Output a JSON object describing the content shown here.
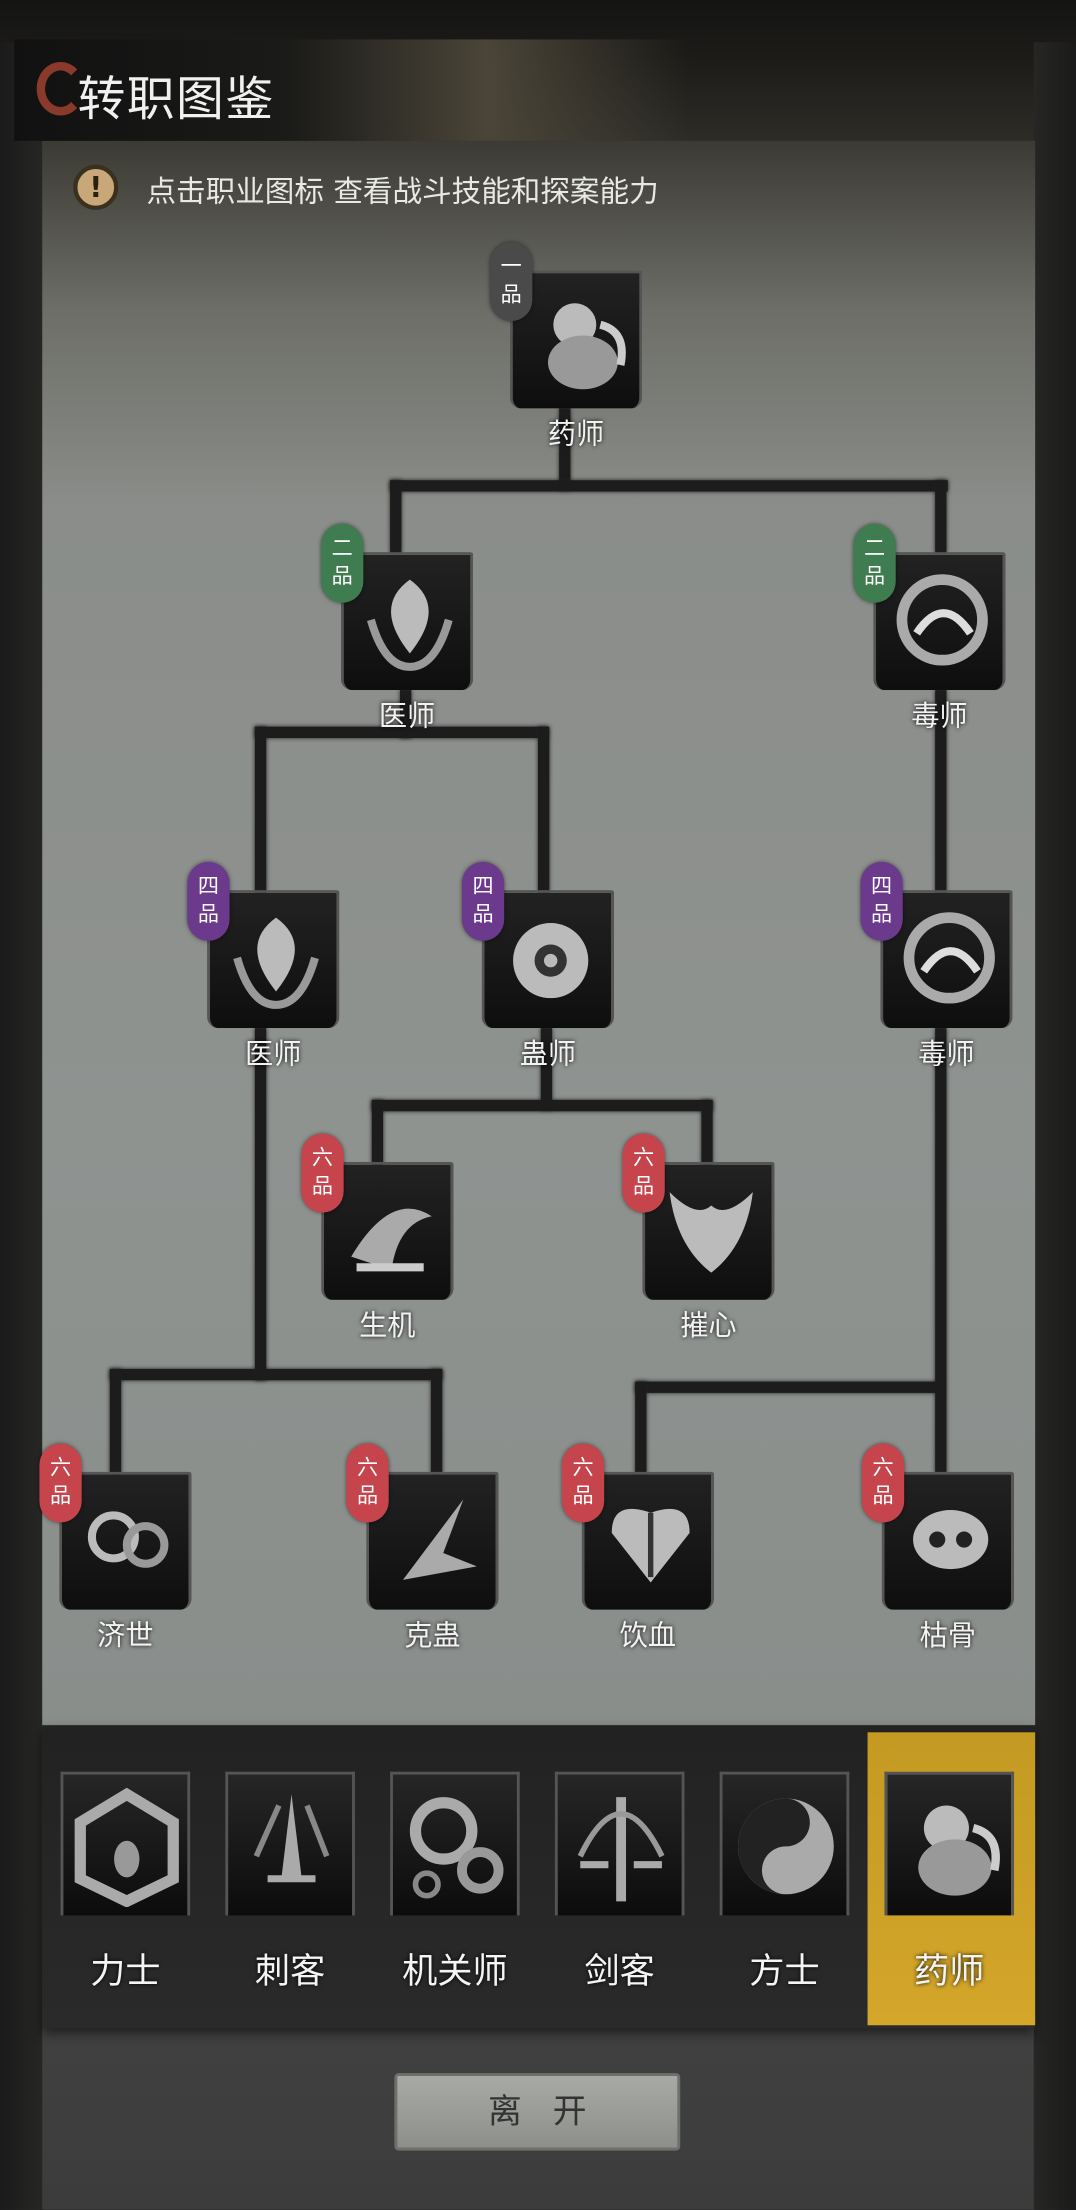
{
  "header": {
    "title": "转职图鉴",
    "hint": "点击职业图标 查看战斗技能和探案能力",
    "hint_icon": "exclamation-icon"
  },
  "grade_colors": {
    "一品": "#4a4a4a",
    "二品": "#3f7d50",
    "四品": "#6b3a8c",
    "六品": "#c6454d"
  },
  "tree": {
    "nodes": [
      {
        "name": "药师",
        "grade": "一品",
        "icon": "gourd-icon"
      },
      {
        "name": "医师",
        "grade": "二品",
        "icon": "leaf-icon"
      },
      {
        "name": "毒师",
        "grade": "二品",
        "icon": "serpent-icon"
      },
      {
        "name": "医师",
        "grade": "四品",
        "icon": "leaf-icon"
      },
      {
        "name": "蛊师",
        "grade": "四品",
        "icon": "bug-icon"
      },
      {
        "name": "毒师",
        "grade": "四品",
        "icon": "serpent-icon"
      },
      {
        "name": "生机",
        "grade": "六品",
        "icon": "sprout-icon"
      },
      {
        "name": "摧心",
        "grade": "六品",
        "icon": "horned-mask-icon"
      },
      {
        "name": "济世",
        "grade": "六品",
        "icon": "cloud-icon"
      },
      {
        "name": "克蛊",
        "grade": "六品",
        "icon": "blade-icon"
      },
      {
        "name": "饮血",
        "grade": "六品",
        "icon": "heart-icon"
      },
      {
        "name": "枯骨",
        "grade": "六品",
        "icon": "skull-icon"
      }
    ]
  },
  "classes": {
    "selected": "药师",
    "selected_color": "#d4a62a",
    "items": [
      {
        "name": "力士",
        "icon": "shield-icon"
      },
      {
        "name": "刺客",
        "icon": "dagger-icon"
      },
      {
        "name": "机关师",
        "icon": "gear-icon"
      },
      {
        "name": "剑客",
        "icon": "sword-icon"
      },
      {
        "name": "方士",
        "icon": "yin-yang-icon"
      },
      {
        "name": "药师",
        "icon": "gourd-icon"
      }
    ]
  },
  "leave_button": "离开"
}
